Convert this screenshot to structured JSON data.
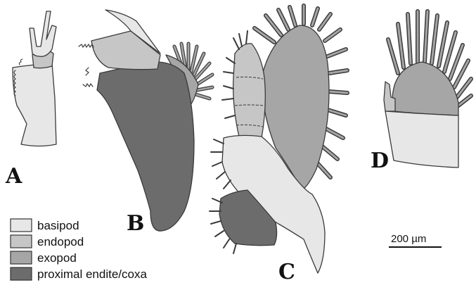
{
  "panel_labels": {
    "a": "A",
    "b": "B",
    "c": "C",
    "d": "D"
  },
  "legend": [
    {
      "key": "basipod",
      "label": "basipod",
      "color": "#e7e7e7"
    },
    {
      "key": "endopod",
      "label": "endopod",
      "color": "#c6c6c6"
    },
    {
      "key": "exopod",
      "label": "exopod",
      "color": "#a6a6a6"
    },
    {
      "key": "coxa",
      "label": "proximal endite/coxa",
      "color": "#6c6c6c"
    }
  ],
  "scale_bar": {
    "label": "200 µm"
  },
  "colors": {
    "basipod": "#e7e7e7",
    "endopod": "#c6c6c6",
    "exopod": "#a6a6a6",
    "coxa": "#6c6c6c",
    "outline": "#3a3a3a"
  }
}
